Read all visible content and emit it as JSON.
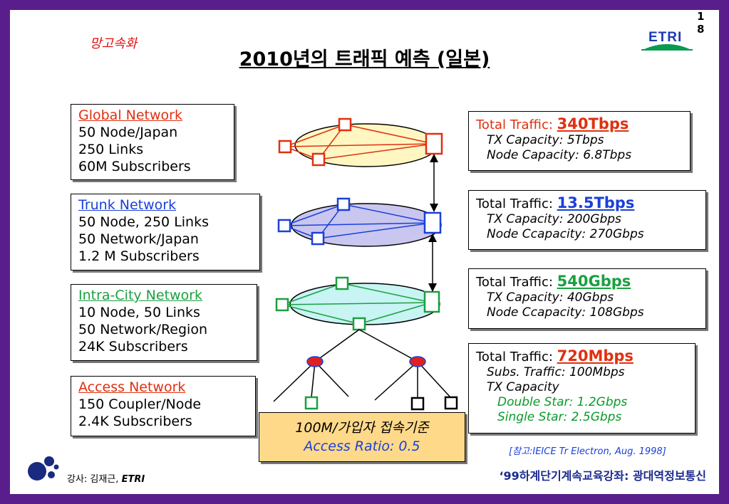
{
  "corner_tag": "망고속화",
  "title": "2010년의 트래픽 예측 (일본)",
  "page_number_top": "1",
  "page_number_bottom": "8",
  "logo_text": "ETRI",
  "left_boxes": [
    {
      "heading": "Global Network ",
      "lines": [
        "50 Node/Japan",
        "250 Links",
        "60M Subscribers"
      ]
    },
    {
      "heading": "Trunk Network",
      "lines": [
        "50 Node, 250 Links",
        "50 Network/Japan",
        "1.2 M Subscribers"
      ]
    },
    {
      "heading": "Intra-City Network",
      "lines": [
        "10 Node, 50 Links",
        "50 Network/Region",
        "24K Subscribers"
      ]
    },
    {
      "heading": "Access  Network",
      "lines": [
        "150 Coupler/Node",
        "2.4K Subscribers"
      ]
    }
  ],
  "right_boxes": [
    {
      "label": "Total Traffic: ",
      "value": "340Tbps",
      "lines": [
        "TX Capacity: 5Tbps",
        "Node Capacity: 6.8Tbps"
      ]
    },
    {
      "label": "Total Traffic: ",
      "value": "13.5Tbps",
      "lines": [
        "TX Capacity: 200Gbps",
        "Node Ccapacity: 270Gbps"
      ]
    },
    {
      "label": "Total Traffic: ",
      "value": "540Gbps",
      "lines": [
        "TX Capacity: 40Gbps",
        "Node Ccapacity: 108Gbps"
      ]
    },
    {
      "label": "Total Traffic: ",
      "value": "720Mbps",
      "lines": [
        "Subs. Traffic: 100Mbps",
        "TX Capacity"
      ],
      "sublines": [
        "Double Star: 1.2Gbps",
        "Single Star: 2.5Gbps"
      ]
    }
  ],
  "access_box": {
    "line1": "100M/가입자 접속기준",
    "line2": "Access Ratio: 0.5"
  },
  "reference": "[참고:IEICE Tr Electron, Aug. 1998]",
  "footer_right": "‘99하계단기계속교육강좌: 광대역정보통신",
  "footer_left_label": "강사: 김재근, ",
  "footer_left_org": "ETRI",
  "colors": {
    "frame": "#5a1e8c",
    "global": "#e03010",
    "trunk": "#1a40d8",
    "intracity": "#1aa040",
    "access_fill": "#ffd98a"
  }
}
